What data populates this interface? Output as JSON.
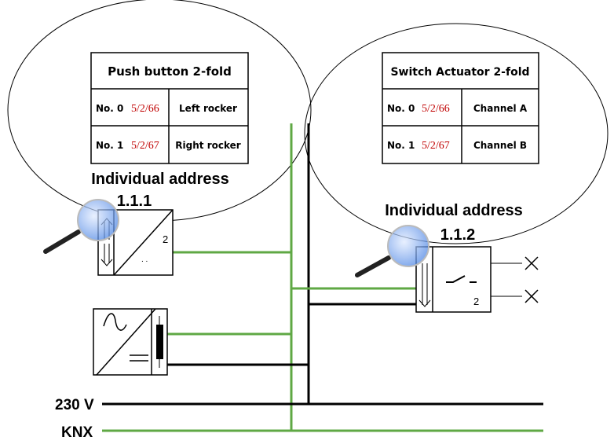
{
  "colors": {
    "knx_line": "#5fa844",
    "power_line": "#000000",
    "group_address": "#c00000"
  },
  "left_device": {
    "table_title": "Push button 2-fold",
    "rows": [
      {
        "object": "No. 0",
        "group_address": "5/2/66",
        "function": "Left rocker"
      },
      {
        "object": "No. 1",
        "group_address": "5/2/67",
        "function": "Right rocker"
      }
    ],
    "address_label": "Individual address",
    "address": "1.1.1",
    "channel_count": "2",
    "icon": "push-button-symbol"
  },
  "right_device": {
    "table_title": "Switch Actuator 2-fold",
    "rows": [
      {
        "object": "No. 0",
        "group_address": "5/2/66",
        "function": "Channel A"
      },
      {
        "object": "No. 1",
        "group_address": "5/2/67",
        "function": "Channel B"
      }
    ],
    "address_label": "Individual address",
    "address": "1.1.2",
    "channel_count": "2",
    "icon": "switch-actuator-symbol"
  },
  "bus_lines": {
    "power": "230 V",
    "knx": "KNX"
  }
}
